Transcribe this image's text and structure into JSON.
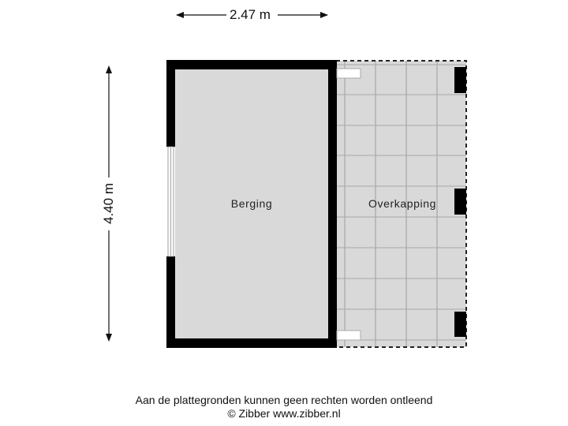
{
  "dimensions": {
    "width_label": "2.47 m",
    "height_label": "4.40 m"
  },
  "rooms": [
    {
      "name": "Berging"
    },
    {
      "name": "Overkapping"
    }
  ],
  "footer": {
    "disclaimer": "Aan de plattegronden kunnen geen rechten worden ontleend",
    "copyright": "© Zibber www.zibber.nl"
  },
  "colors": {
    "wall": "#000000",
    "floor": "#d9d9d9",
    "grid_line": "#999999",
    "background": "#ffffff"
  }
}
